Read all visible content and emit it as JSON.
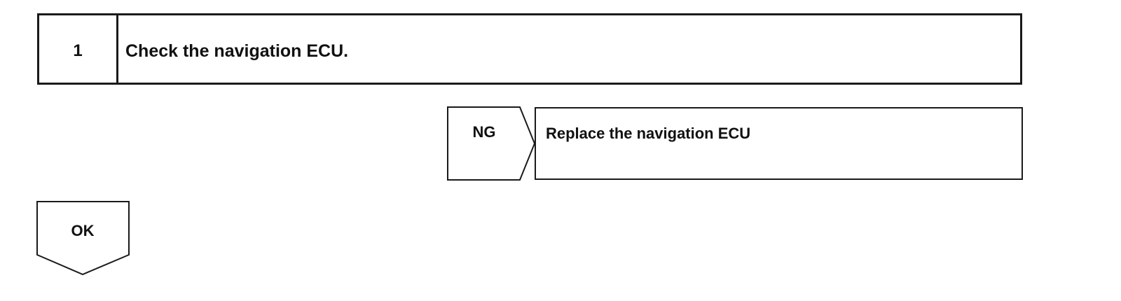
{
  "step": {
    "number": "1",
    "title": "Check the navigation ECU."
  },
  "ng_branch": {
    "label": "NG",
    "action": "Replace the navigation ECU"
  },
  "ok_branch": {
    "label": "OK"
  }
}
